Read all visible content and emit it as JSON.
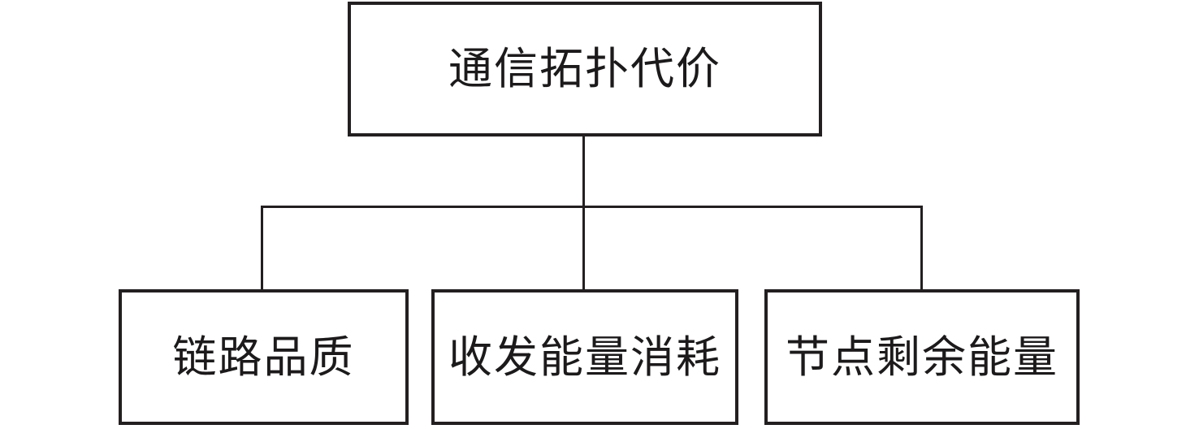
{
  "diagram": {
    "type": "tree",
    "root": {
      "label": "通信拓扑代价"
    },
    "children": [
      {
        "label": "链路品质"
      },
      {
        "label": "收发能量消耗"
      },
      {
        "label": "节点剩余能量"
      }
    ],
    "colors": {
      "line": "#231f20",
      "text": "#1c1a1b",
      "background": "#ffffff",
      "box_fill": "#ffffff"
    }
  }
}
